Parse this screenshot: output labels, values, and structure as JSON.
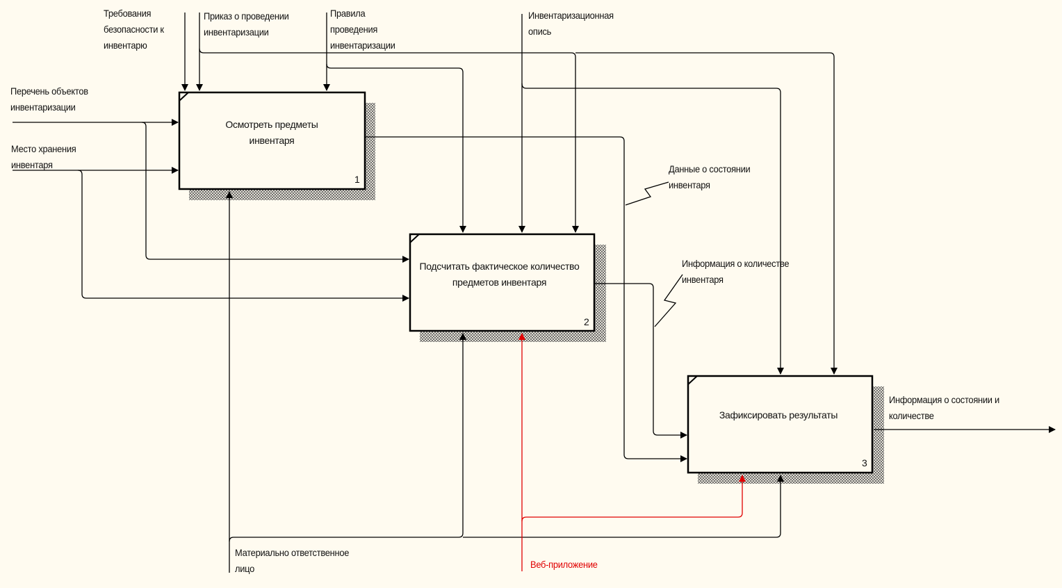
{
  "diagram": {
    "type": "IDEF0",
    "boxes": [
      {
        "id": "1",
        "title_lines": [
          "Осмотреть предметы",
          "инвентаря"
        ],
        "number": "1"
      },
      {
        "id": "2",
        "title_lines": [
          "Подсчитать фактическое количество",
          "предметов инвентаря"
        ],
        "number": "2"
      },
      {
        "id": "3",
        "title_lines": [
          "Зафиксировать результаты"
        ],
        "number": "3"
      }
    ],
    "arrows": {
      "control_safety": {
        "label_lines": [
          "Требования",
          "безопасности к",
          "инвентарю"
        ],
        "kind": "control",
        "to": [
          "1"
        ]
      },
      "control_order": {
        "label_lines": [
          "Приказ о проведении",
          "инвентаризации"
        ],
        "kind": "control",
        "to": [
          "1",
          "2",
          "3"
        ]
      },
      "control_rules": {
        "label_lines": [
          "Правила",
          "проведения",
          "инвентаризации"
        ],
        "kind": "control",
        "to": [
          "1",
          "2"
        ]
      },
      "control_list": {
        "label_lines": [
          "Инвентаризационная",
          "опись"
        ],
        "kind": "control",
        "to": [
          "2",
          "3"
        ]
      },
      "input_objects": {
        "label_lines": [
          "Перечень объектов",
          "инвентаризации"
        ],
        "kind": "input",
        "to": [
          "1",
          "2"
        ]
      },
      "input_storage": {
        "label_lines": [
          "Место хранения",
          "инвентаря"
        ],
        "kind": "input",
        "to": [
          "1",
          "2"
        ]
      },
      "data_state": {
        "label_lines": [
          "Данные о состоянии",
          "инвентаря"
        ],
        "kind": "flow",
        "from": "1",
        "to": [
          "3"
        ]
      },
      "info_quantity": {
        "label_lines": [
          "Информация о количестве",
          "инвентаря"
        ],
        "kind": "flow",
        "from": "2",
        "to": [
          "3"
        ]
      },
      "output_info": {
        "label_lines": [
          "Информация о состоянии и",
          "количестве"
        ],
        "kind": "output",
        "from": "3"
      },
      "mech_person": {
        "label_lines": [
          "Материально ответственное",
          "лицо"
        ],
        "kind": "mechanism",
        "to": [
          "1",
          "2",
          "3"
        ]
      },
      "mech_webapp": {
        "label_lines": [
          "Веб-приложение"
        ],
        "kind": "mechanism",
        "to": [
          "2",
          "3"
        ],
        "color": "#e00000"
      }
    },
    "colors": {
      "background": "#fffbf0",
      "line": "#000000",
      "highlight": "#e00000"
    }
  }
}
